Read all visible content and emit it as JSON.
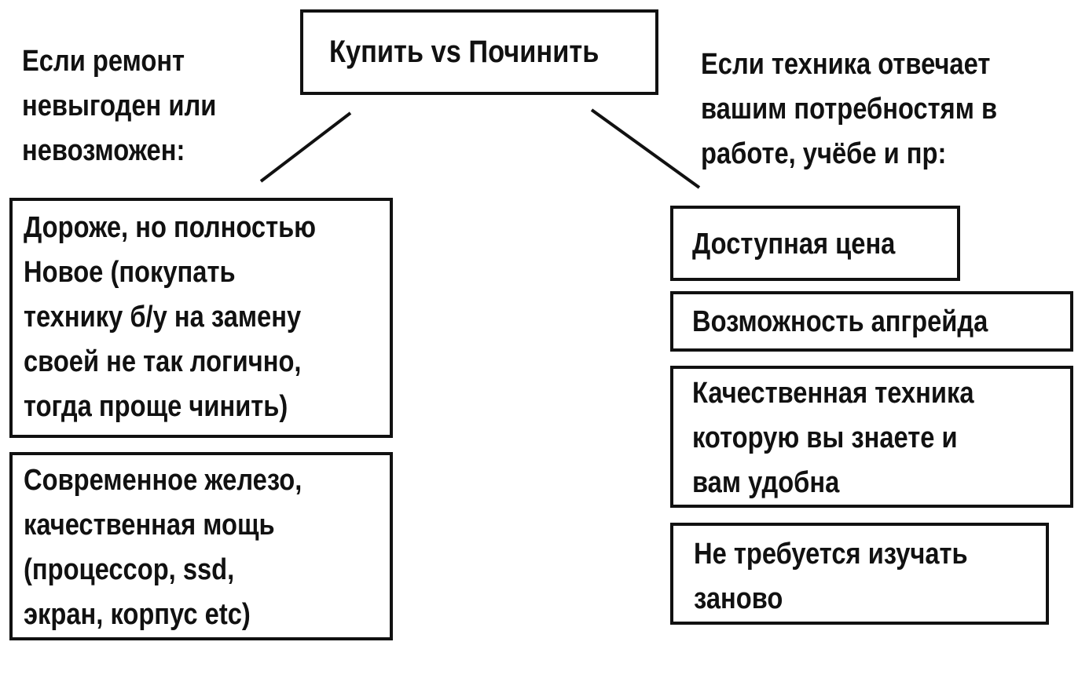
{
  "title": "Купить vs Починить",
  "left": {
    "heading": [
      "Если ремонт",
      "невыгоден или",
      "невозможен:"
    ],
    "boxes": [
      {
        "lines": [
          "Дороже, но полностью",
          "Новое (покупать",
          "технику б/у на замену",
          "своей не так логично,",
          "тогда проще чинить)"
        ]
      },
      {
        "lines": [
          "Современное железо,",
          "качественная мощь",
          "(процессор, ssd,",
          "экран, корпус etc)"
        ]
      }
    ]
  },
  "right": {
    "heading": [
      "Если техника отвечает",
      "вашим потребностям в",
      "работе, учёбе и пр:"
    ],
    "boxes": [
      {
        "lines": [
          "Доступная цена"
        ]
      },
      {
        "lines": [
          "Возможность апгрейда"
        ]
      },
      {
        "lines": [
          "Качественная техника",
          "которую вы знаете и",
          "вам удобна"
        ]
      },
      {
        "lines": [
          "Не требуется изучать",
          "заново"
        ]
      }
    ]
  }
}
